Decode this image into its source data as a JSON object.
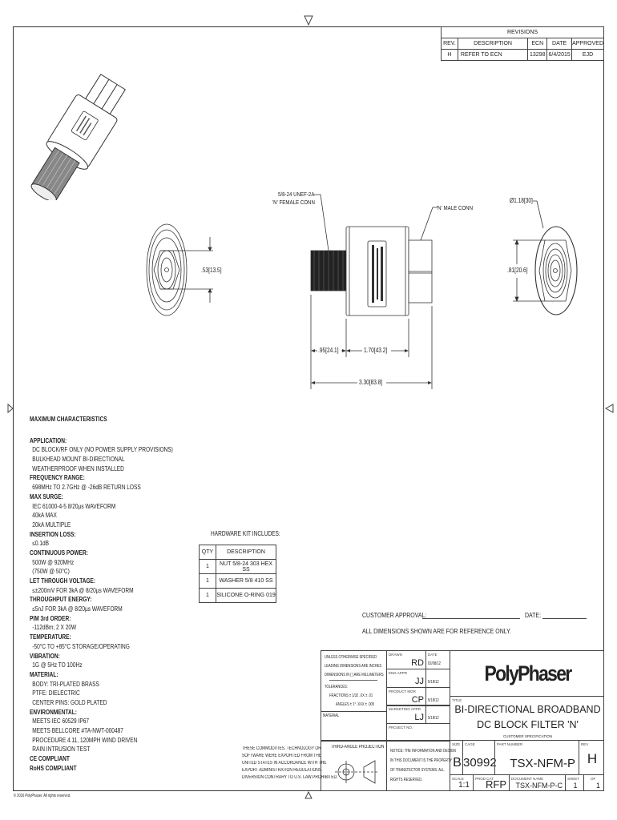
{
  "revisions": {
    "title": "REVISIONS",
    "headers": [
      "REV.",
      "DESCRIPTION",
      "ECN",
      "DATE",
      "APPROVED"
    ],
    "rows": [
      [
        "H",
        "REFER TO ECN",
        "13298",
        "6/4/2015",
        "EJD"
      ]
    ]
  },
  "views": {
    "female_conn_note_1": "5/8-24 UNEF-2A",
    "female_conn_note_2": "'N' FEMALE CONN",
    "male_conn_note": "'N' MALE CONN",
    "dim_left_end": ".53[13.5]",
    "dim_right_end": ".81[20.6]",
    "dim_diameter": "Ø1.18[30]",
    "dim_female_len": ".95[24.1]",
    "dim_body_len": "1.70[43.2]",
    "dim_total_len": "3.30[83.8]"
  },
  "characteristics": {
    "title": "MAXIMUM CHARACTERISTICS",
    "sections": [
      {
        "heading": "APPLICATION:",
        "lines": [
          "DC BLOCK/RF ONLY (NO POWER SUPPLY PROVISIONS)",
          "BULKHEAD MOUNT BI-DIRECTIONAL",
          "WEATHERPROOF WHEN INSTALLED"
        ]
      },
      {
        "heading": "FREQUENCY RANGE:",
        "lines": [
          "698MHz TO 2.7GHz @ -26dB RETURN LOSS"
        ]
      },
      {
        "heading": "MAX SURGE:",
        "lines": [
          "IEC 61000-4-5 8/20µs WAVEFORM",
          "40kA MAX",
          "20kA MULTIPLE"
        ]
      },
      {
        "heading": "INSERTION LOSS:",
        "lines": [
          "≤0.1dB"
        ]
      },
      {
        "heading": "CONTINUOUS POWER:",
        "lines": [
          "500W @ 920MHz",
          "(750W @ 50°C)"
        ]
      },
      {
        "heading": "LET THROUGH VOLTAGE:",
        "lines": [
          "≤±200mV FOR 3kA @ 8/20µs WAVEFORM"
        ]
      },
      {
        "heading": "THROUGHPUT ENERGY:",
        "lines": [
          "≤5nJ FOR 3kA @ 8/20µs WAVEFORM"
        ]
      },
      {
        "heading": "PIM 3rd ORDER:",
        "lines": [
          "-112dBm; 2 X 20W"
        ]
      },
      {
        "heading": "TEMPERATURE:",
        "lines": [
          "-50°C TO +85°C STORAGE/OPERATING"
        ]
      },
      {
        "heading": "VIBRATION:",
        "lines": [
          "1G @ 5Hz TO 100Hz"
        ]
      },
      {
        "heading": "MATERIAL:",
        "lines": [
          "BODY:  TRI-PLATED BRASS",
          "PTFE:  DIELECTRIC",
          "CENTER PINS:  GOLD PLATED"
        ]
      },
      {
        "heading": "ENVIRONMENTAL:",
        "lines": [
          "MEETS IEC 60529 IP67",
          "MEETS BELLCORE #TA-NWT-000487",
          "PROCEDURE 4.11, 120MPH WIND DRIVEN",
          "RAIN INTRUSION TEST"
        ]
      },
      {
        "heading": "CE COMPLIANT",
        "lines": []
      },
      {
        "heading": "RoHS COMPLIANT",
        "lines": []
      }
    ]
  },
  "hardware_kit": {
    "title": "HARDWARE KIT INCLUDES:",
    "headers": [
      "QTY",
      "DESCRIPTION"
    ],
    "rows": [
      [
        "1",
        "NUT 5/8-24 303 HEX SS"
      ],
      [
        "1",
        "WASHER 5/8 410 SS"
      ],
      [
        "1",
        "SILICONE O-RING 019"
      ]
    ]
  },
  "approval": {
    "customer_approval": "CUSTOMER APPROVAL:",
    "date": "DATE:",
    "reference_note": "ALL DIMENSIONS SHOWN ARE FOR REFERENCE ONLY."
  },
  "export_notice": [
    "THESE COMMODITIES, TECHNOLOGY OR",
    "SOFTWARE WERE EXPORTED FROM THE",
    "UNITED STATES IN ACCORDANCE WITH THE",
    "EXPORT ADMINISTRATION REGULATIONS.",
    "DIVERSION CONTRARY TO U.S. LAW PROHIBITED."
  ],
  "title_block": {
    "unless_specified": [
      "UNLESS OTHERWISE SPECIFIED",
      "LEADING DIMENSIONS ARE INCHES",
      "DIMENSIONS IN [ ] ARE MILLIMETERS"
    ],
    "tolerances_label": "TOLERANCES:",
    "tol_fractions": "FRACTIONS ±  1/32    .XX ±  .01",
    "tol_angles": "ANGLES ±  1°    .XXX ±  .005",
    "material_label": "MATERIAL",
    "approvals": [
      {
        "label": "DRAWN",
        "initials": "RD",
        "date": "02/08/12",
        "date_label": "DATE"
      },
      {
        "label": "ENG APPR",
        "initials": "JJ",
        "date": "5/18/12"
      },
      {
        "label": "PRODUCT MGR",
        "initials": "CP",
        "date": "5/18/12"
      },
      {
        "label": "MARKETING APPR",
        "initials": "LJ",
        "date": "5/18/12"
      }
    ],
    "project_no_label": "PROJECT NO.",
    "projection_label": "THIRD-ANGLE PROJECTION",
    "notice": [
      "NOTICE: THE INFORMATION AND DESIGN",
      "IN THIS DOCUMENT IS THE PROPERTY",
      "OF TRANSTECTOR SYSTEMS.  ALL",
      "RIGHTS RESERVED."
    ],
    "logo": "PolyPhaser",
    "title_label": "TITLE",
    "title_line_1": "BI-DIRECTIONAL BROADBAND",
    "title_line_2": "DC BLOCK FILTER 'N'",
    "customer_spec": "CUSTOMER SPECIFICATION",
    "size_label": "SIZE",
    "size": "B",
    "cage_label": "CAGE",
    "cage": "30992",
    "part_number_label": "PART NUMBER",
    "part_number": "TSX-NFM-P",
    "rev_label": "REV",
    "rev": "H",
    "scale_label": "SCALE",
    "scale": "1:1",
    "prod_cat_label": "PROD CAT",
    "prod_cat": "RFP",
    "doc_name_label": "DOCUMENT NAME",
    "doc_name": "TSX-NFM-P-C",
    "sheet_label": "SHEET",
    "sheet": "1",
    "of_label": "OF",
    "of": "1"
  },
  "copyright": "© 2016 PolyPhaser. All rights reserved."
}
